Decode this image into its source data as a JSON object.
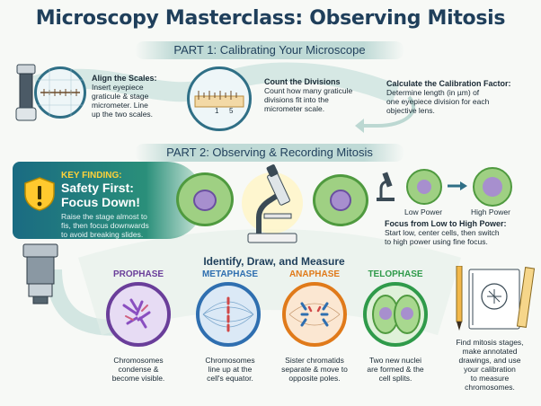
{
  "title": "Microscopy Masterclass: Observing Mitosis",
  "part1": {
    "banner": "PART 1: Calibrating Your Microscope",
    "steps": [
      {
        "title": "Align the Scales:",
        "body_lines": [
          "Insert eyepiece",
          "graticule & stage",
          "micrometer. Line",
          "up the two scales."
        ]
      },
      {
        "title": "Count the Divisions",
        "body_lines": [
          "Count how many graticule",
          "divisions fit into the",
          "micrometer scale."
        ]
      },
      {
        "title": "Calculate the Calibration Factor:",
        "body_lines": [
          "Determine length (in µm) of",
          "one eyepiece division for each",
          "objective lens."
        ]
      }
    ],
    "scale_numbers": [
      "1",
      "5"
    ]
  },
  "part2": {
    "banner": "PART 2: Observing & Recording Mitosis",
    "key_finding": {
      "label": "KEY FINDING:",
      "heading_lines": [
        "Safety First:",
        "Focus Down!"
      ],
      "body_lines": [
        "Raise the stage almost to",
        "fis, then focus downwards",
        "to avoid breaking slides."
      ]
    },
    "power": {
      "low": "Low Power",
      "high": "High Power",
      "title": "Focus from Low to High Power:",
      "body_lines": [
        "Start low, center cells, then switch",
        "to high power using fine focus."
      ]
    }
  },
  "identify": {
    "heading": "Identify, Draw, and Measure",
    "phases": [
      {
        "name": "PROPHASE",
        "color": "#6a3e9a",
        "desc_lines": [
          "Chromosomes",
          "condense &",
          "become visible."
        ]
      },
      {
        "name": "METAPHASE",
        "color": "#2f6fb0",
        "desc_lines": [
          "Chromosomes",
          "line up at the",
          "cell's equator."
        ]
      },
      {
        "name": "ANAPHASE",
        "color": "#e07a1a",
        "desc_lines": [
          "Sister chromatids",
          "separate & move to",
          "opposite poles."
        ]
      },
      {
        "name": "TELOPHASE",
        "color": "#2f9a4a",
        "desc_lines": [
          "Two new nuclei",
          "are formed & the",
          "cell splits."
        ]
      }
    ],
    "final_lines": [
      "Find mitosis stages,",
      "make annotated",
      "drawings, and use",
      "your calibration",
      "to measure",
      "chromosomes."
    ]
  }
}
